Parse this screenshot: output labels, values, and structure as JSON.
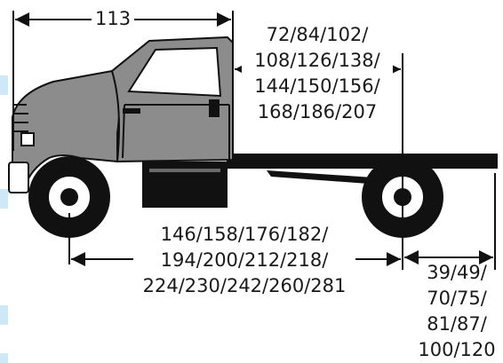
{
  "dimensions": {
    "cab_to_front": "113",
    "cab_to_axle": [
      "72/84/102/",
      "108/126/138/",
      "144/150/156/",
      "168/186/207"
    ],
    "wheelbase": [
      "146/158/176/182/",
      "194/200/212/218/",
      "224/230/242/260/281"
    ],
    "rear_overhang": [
      "39/49/",
      "70/75/",
      "81/87/",
      "100/120"
    ]
  },
  "colors": {
    "cab_fill": "#8c8c8c",
    "line": "#111111",
    "edge_tab": "#cfe8f7"
  },
  "icons": {
    "vehicle": "truck-cab-chassis-icon"
  }
}
